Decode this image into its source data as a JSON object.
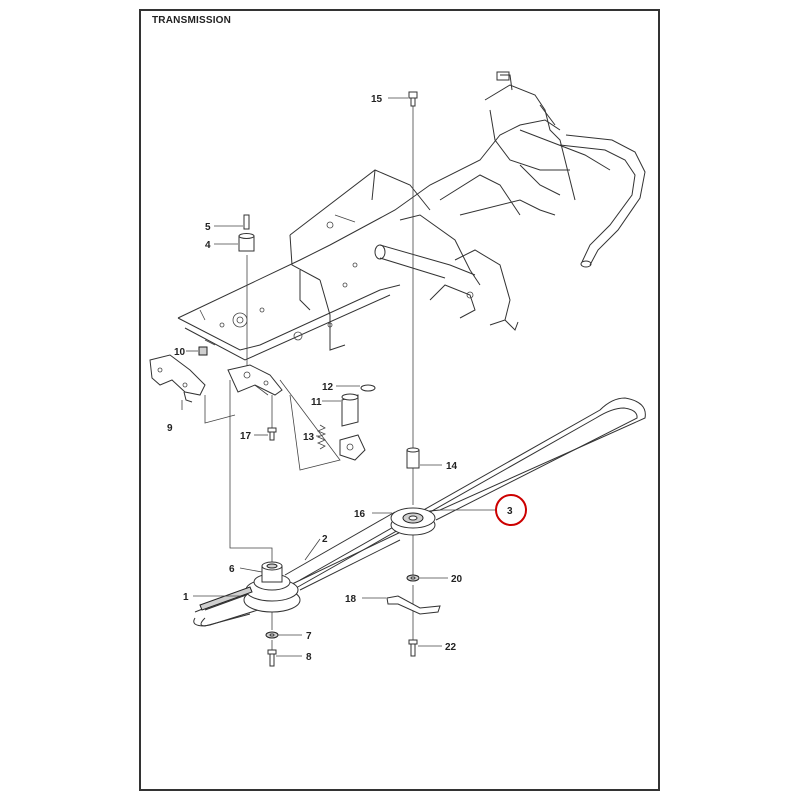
{
  "title": "TRANSMISSION",
  "highlight_color": "#cc0000",
  "callouts": [
    {
      "id": "15",
      "label": "15"
    },
    {
      "id": "5",
      "label": "5"
    },
    {
      "id": "4",
      "label": "4"
    },
    {
      "id": "10",
      "label": "10"
    },
    {
      "id": "12",
      "label": "12"
    },
    {
      "id": "11",
      "label": "11"
    },
    {
      "id": "9",
      "label": "9"
    },
    {
      "id": "17",
      "label": "17"
    },
    {
      "id": "13",
      "label": "13"
    },
    {
      "id": "14",
      "label": "14"
    },
    {
      "id": "16",
      "label": "16"
    },
    {
      "id": "3",
      "label": "3"
    },
    {
      "id": "2",
      "label": "2"
    },
    {
      "id": "6",
      "label": "6"
    },
    {
      "id": "20",
      "label": "20"
    },
    {
      "id": "1",
      "label": "1"
    },
    {
      "id": "18",
      "label": "18"
    },
    {
      "id": "7",
      "label": "7"
    },
    {
      "id": "22",
      "label": "22"
    },
    {
      "id": "8",
      "label": "8"
    }
  ],
  "highlighted_callout": "3"
}
